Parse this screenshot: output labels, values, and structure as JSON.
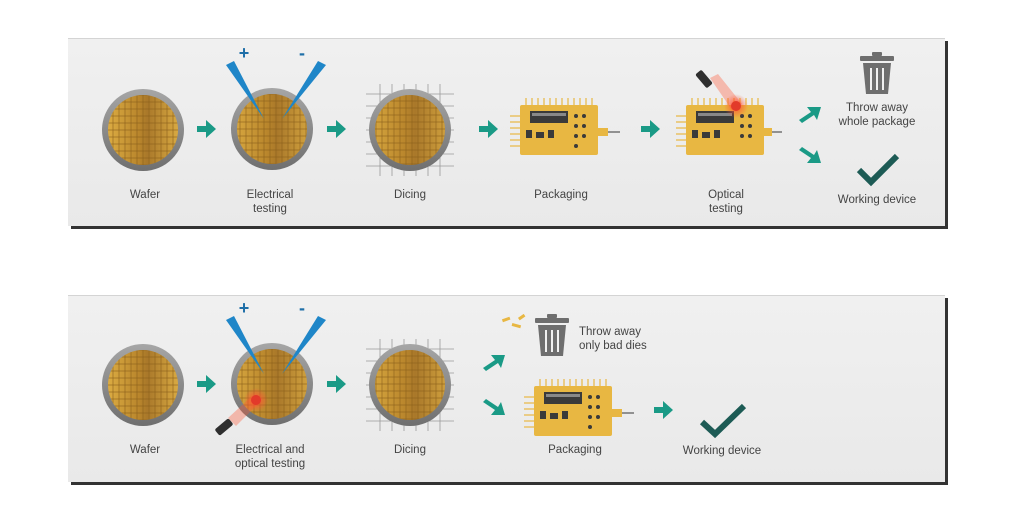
{
  "top_flow": {
    "steps": [
      "Wafer",
      "Electrical\ntesting",
      "Dicing",
      "Packaging",
      "Optical\ntesting"
    ],
    "outcome_discard": "Throw away\nwhole package",
    "outcome_ok": "Working device",
    "probe_plus": "+",
    "probe_minus": "-"
  },
  "bottom_flow": {
    "steps": [
      "Wafer",
      "Electrical and\noptical testing",
      "Dicing",
      "Packaging"
    ],
    "outcome_discard": "Throw away\nonly bad dies",
    "outcome_ok": "Working device",
    "probe_plus": "+",
    "probe_minus": "-"
  },
  "colors": {
    "accent_teal": "#1a9a86",
    "check_dark": "#1d5b55",
    "wafer_gold": "#d4a03a",
    "wafer_rim": "#8c8c8c",
    "probe_blue": "#1f86c8",
    "laser_red": "#e23a2a",
    "pcb_yellow": "#e8b742",
    "trash_gray": "#6e6e6e"
  }
}
